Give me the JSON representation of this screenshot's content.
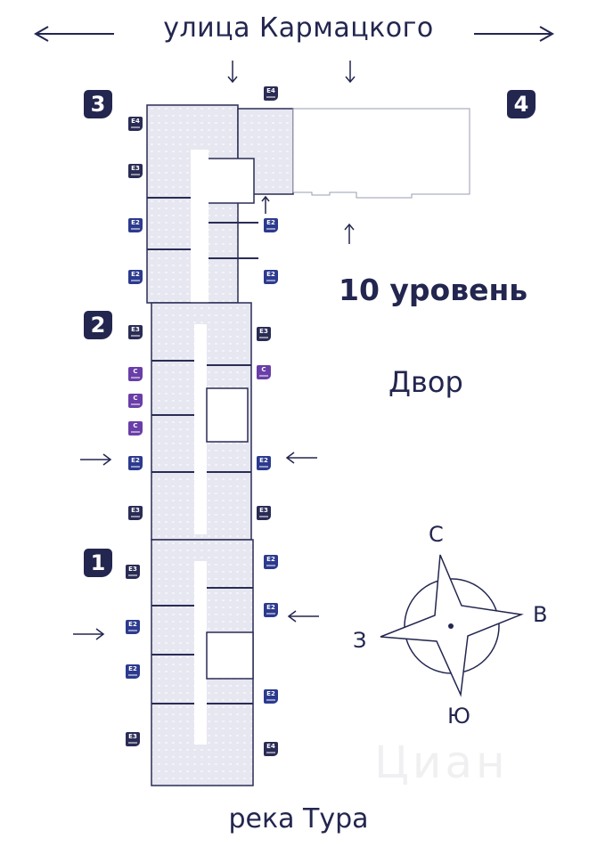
{
  "labels": {
    "street": "улица Кармацкого",
    "river": "река Тура",
    "level": "10 уровень",
    "yard": "Двор",
    "watermark": "Циан"
  },
  "sections": [
    {
      "id": "3",
      "label": "3"
    },
    {
      "id": "4",
      "label": "4"
    },
    {
      "id": "2",
      "label": "2"
    },
    {
      "id": "1",
      "label": "1"
    }
  ],
  "compass": {
    "north": "С",
    "east": "В",
    "south": "Ю",
    "west": "З"
  },
  "apartment_badges": {
    "left": [
      {
        "type": "E4",
        "variant": "dark"
      },
      {
        "type": "E3",
        "variant": "dark"
      },
      {
        "type": "E2",
        "variant": "blue"
      },
      {
        "type": "E2",
        "variant": "blue"
      },
      {
        "type": "E3",
        "variant": "dark"
      },
      {
        "type": "C",
        "variant": "purple"
      },
      {
        "type": "C",
        "variant": "purple"
      },
      {
        "type": "C",
        "variant": "purple"
      },
      {
        "type": "E2",
        "variant": "blue"
      },
      {
        "type": "E3",
        "variant": "dark"
      },
      {
        "type": "E3",
        "variant": "dark"
      },
      {
        "type": "E2",
        "variant": "blue"
      },
      {
        "type": "E2",
        "variant": "blue"
      },
      {
        "type": "E3",
        "variant": "dark"
      }
    ],
    "right": [
      {
        "type": "E4",
        "variant": "dark"
      },
      {
        "type": "E2",
        "variant": "blue"
      },
      {
        "type": "E2",
        "variant": "blue"
      },
      {
        "type": "E3",
        "variant": "dark"
      },
      {
        "type": "C",
        "variant": "purple"
      },
      {
        "type": "E2",
        "variant": "blue"
      },
      {
        "type": "E3",
        "variant": "dark"
      },
      {
        "type": "E2",
        "variant": "blue"
      },
      {
        "type": "E2",
        "variant": "blue"
      },
      {
        "type": "E2",
        "variant": "blue"
      },
      {
        "type": "E4",
        "variant": "dark"
      }
    ]
  },
  "colors": {
    "primary": "#23264f",
    "badge_dark": "#2a2c55",
    "badge_blue": "#2c3a8e",
    "badge_purple": "#6a3ea8",
    "floor_fill": "#e4e5ef"
  }
}
